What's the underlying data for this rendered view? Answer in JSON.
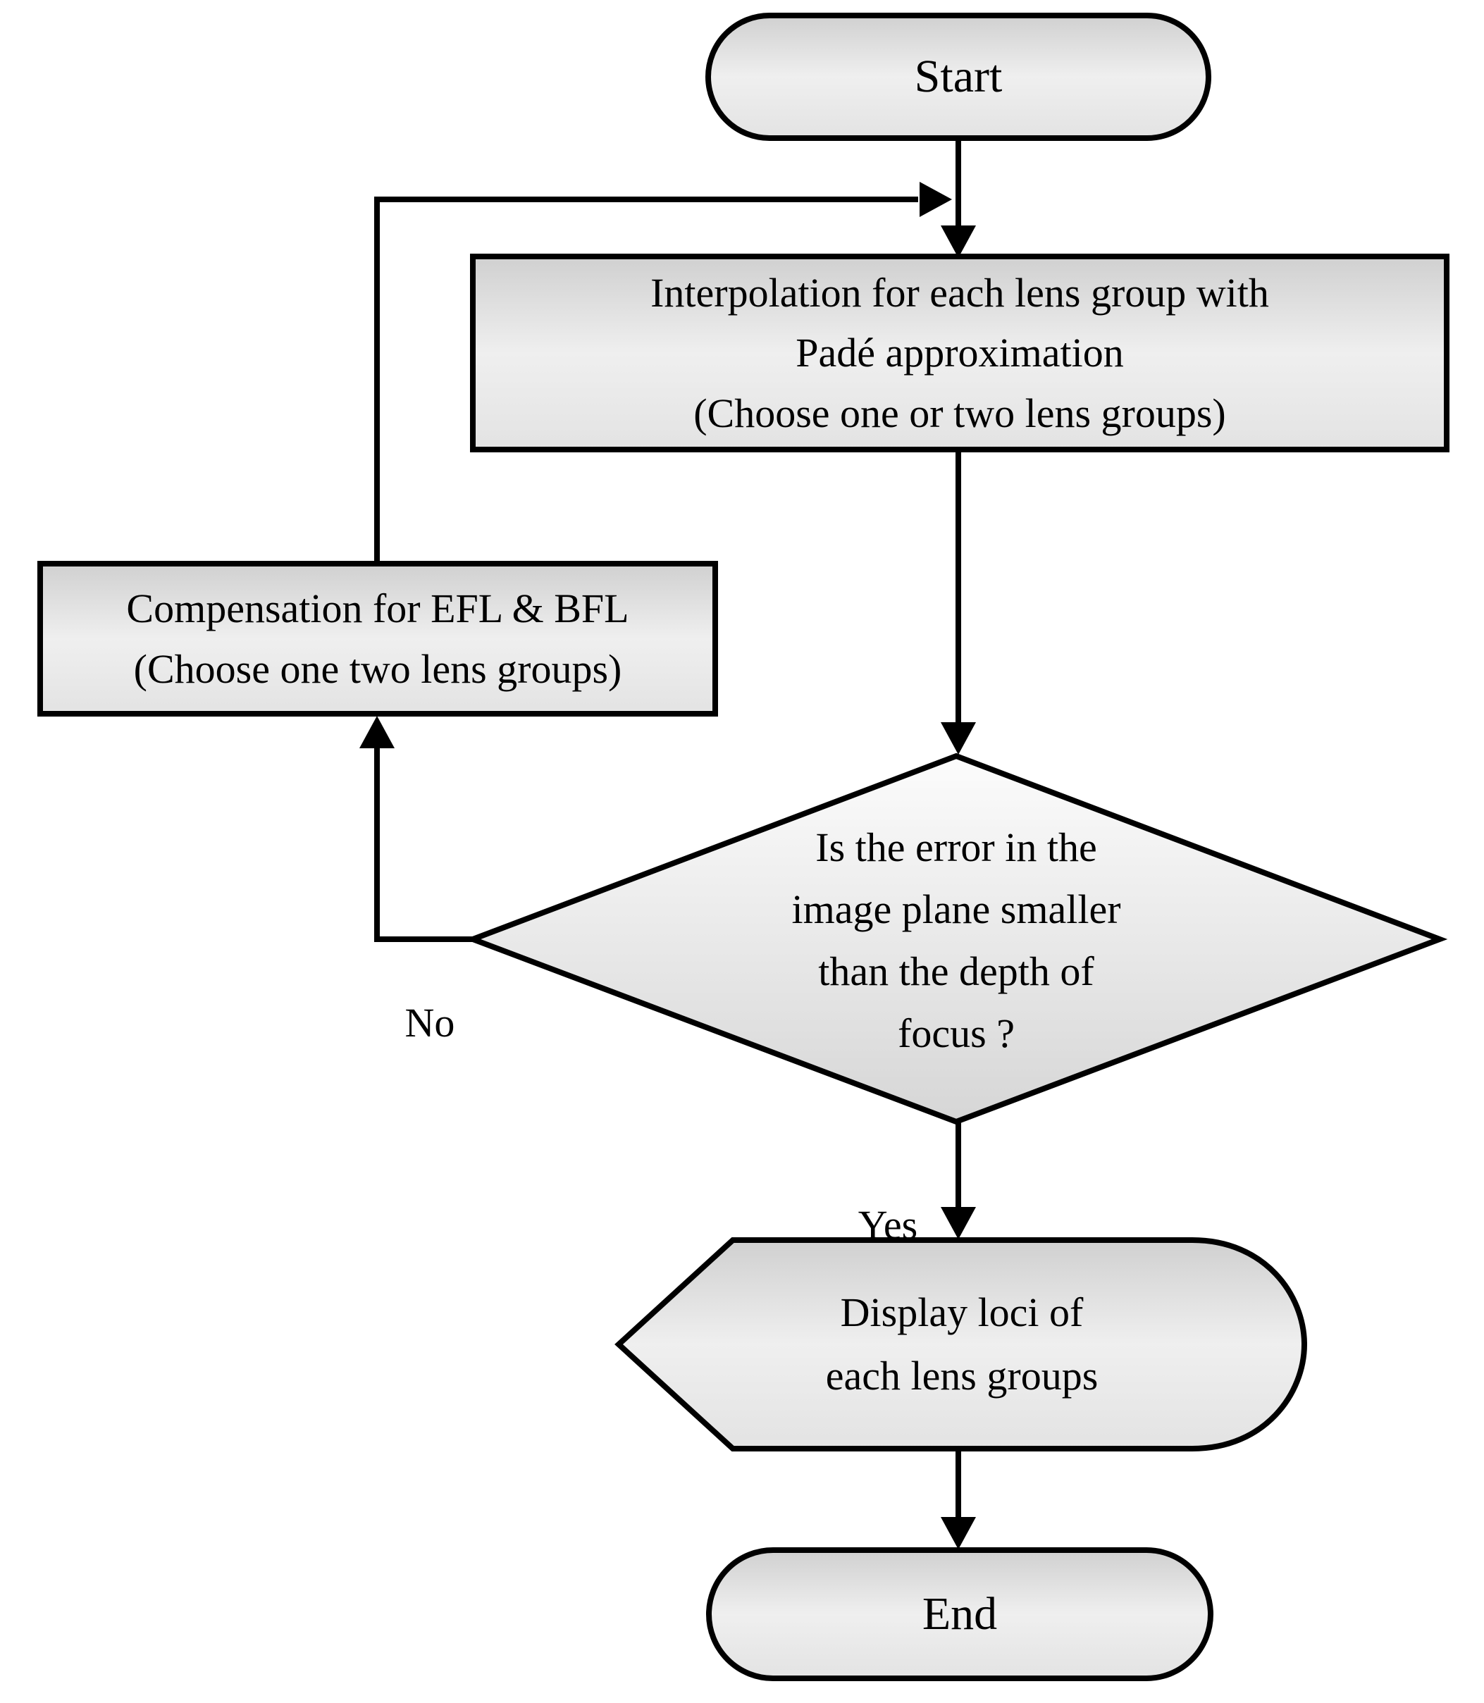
{
  "diagram": {
    "type": "flowchart",
    "nodes": {
      "start": {
        "shape": "terminator",
        "label": "Start"
      },
      "interpolation": {
        "shape": "process",
        "lines": [
          "Interpolation for each lens group with",
          "Padé approximation",
          "(Choose one or two lens groups)"
        ]
      },
      "compensation": {
        "shape": "process",
        "lines": [
          "Compensation for EFL & BFL",
          "(Choose one two lens groups)"
        ]
      },
      "decision": {
        "shape": "decision",
        "lines": [
          "Is the error in the",
          "image plane smaller",
          "than the depth of",
          "focus ?"
        ]
      },
      "display": {
        "shape": "display",
        "lines": [
          "Display loci of",
          "each lens groups"
        ]
      },
      "end": {
        "shape": "terminator",
        "label": "End"
      }
    },
    "edge_labels": {
      "no": "No",
      "yes": "Yes"
    },
    "colors": {
      "stroke": "#000000",
      "text": "#000000",
      "background": "#ffffff",
      "shape_fill_top": "#d0d0d0",
      "shape_fill_mid": "#efefef",
      "shape_fill_bottom": "#e3e3e3",
      "diamond_fill_top": "#fcfcfc",
      "diamond_fill_bottom": "#d6d6d6"
    }
  }
}
